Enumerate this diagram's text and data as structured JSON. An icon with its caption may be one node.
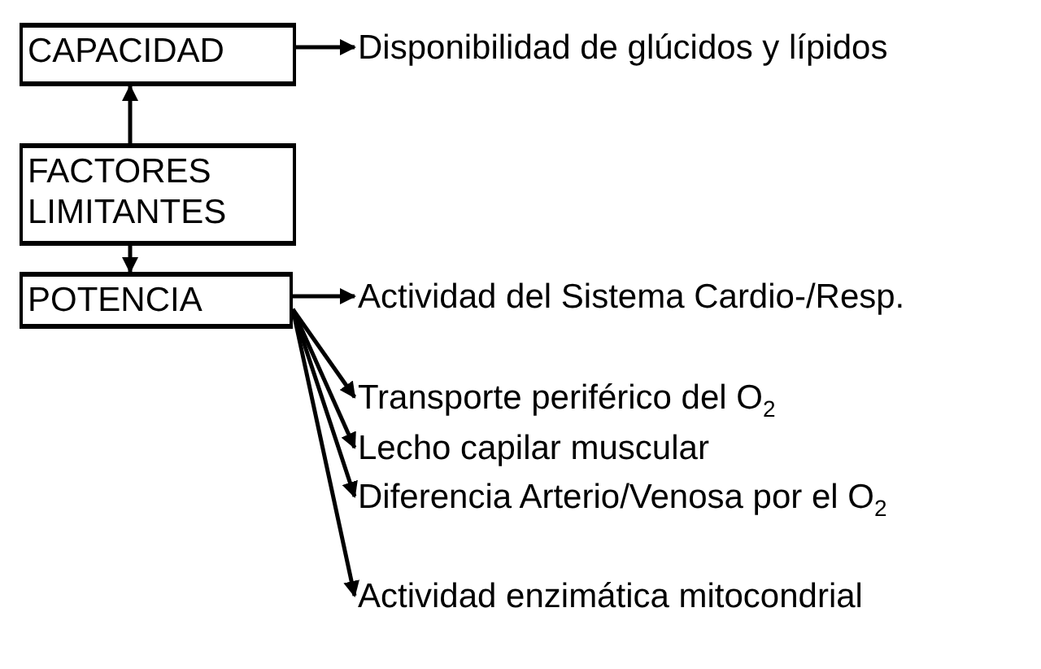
{
  "diagram": {
    "nodes": [
      {
        "text": [
          "CAPACIDAD"
        ]
      },
      {
        "text": [
          "FACTORES LIMITANTES"
        ]
      },
      {
        "text": [
          "POTENCIA"
        ]
      },
      {
        "text": [
          "Disponibilidad de glúcidos y lípidos"
        ]
      },
      {
        "text": [
          "Actividad del Sistema Cardio-/Resp."
        ]
      },
      {
        "text": [
          "Transporte periférico del O$_{2}$"
        ]
      },
      {
        "text": [
          "Lecho capilar muscular"
        ]
      },
      {
        "text": [
          "Diferencia Arterio/Venosa por el O$_{2}$"
        ]
      },
      {
        "text": [
          "Actividad enzimática mitocondrial"
        ]
      }
    ],
    "edges": [
      {
        "from": 1,
        "to": 0,
        "arrow": "to"
      },
      {
        "from": 1,
        "to": 2,
        "arrow": "to"
      },
      {
        "from": 0,
        "to": 3,
        "arrow": "to"
      },
      {
        "from": 2,
        "to": 4,
        "arrow": "to"
      },
      {
        "from": 2,
        "to": 5,
        "arrow": "to"
      },
      {
        "from": 2,
        "to": 6,
        "arrow": "to"
      },
      {
        "from": 2,
        "to": 7,
        "arrow": "to"
      },
      {
        "from": 2,
        "to": 8,
        "arrow": "to"
      }
    ]
  }
}
